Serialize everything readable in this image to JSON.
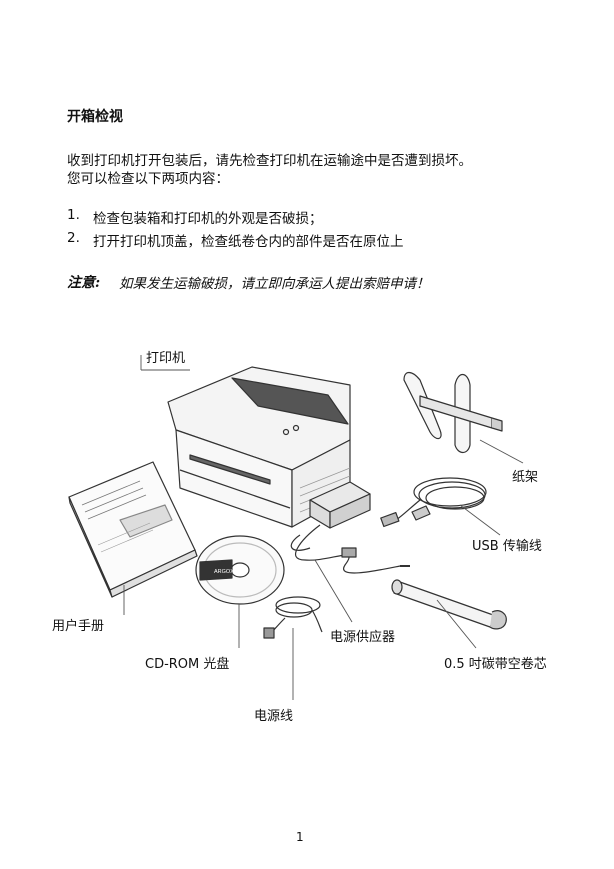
{
  "heading": "开箱检视",
  "intro": {
    "line1": "收到打印机打开包装后，请先检查打印机在运输途中是否遭到损坏。",
    "line2": "您可以检查以下两项内容："
  },
  "checklist": [
    {
      "num": "1.",
      "text": "检查包装箱和打印机的外观是否破损；"
    },
    {
      "num": "2.",
      "text": "打开打印机顶盖，检查纸卷仓内的部件是否在原位上"
    }
  ],
  "note": {
    "label": "注意:",
    "text": "如果发生运输破损，请立即向承运人提出索赔申请！"
  },
  "labels": {
    "printer": "打印机",
    "paper_holder": "纸架",
    "usb_cable": "USB 传输线",
    "user_manual": "用户手册",
    "power_supply": "电源供应器",
    "cdrom": "CD-ROM 光盘",
    "ribbon_core": "0.5 吋碳带空卷芯",
    "power_cord": "电源线"
  },
  "cd_brand": "ARGOX",
  "page_number": "1"
}
